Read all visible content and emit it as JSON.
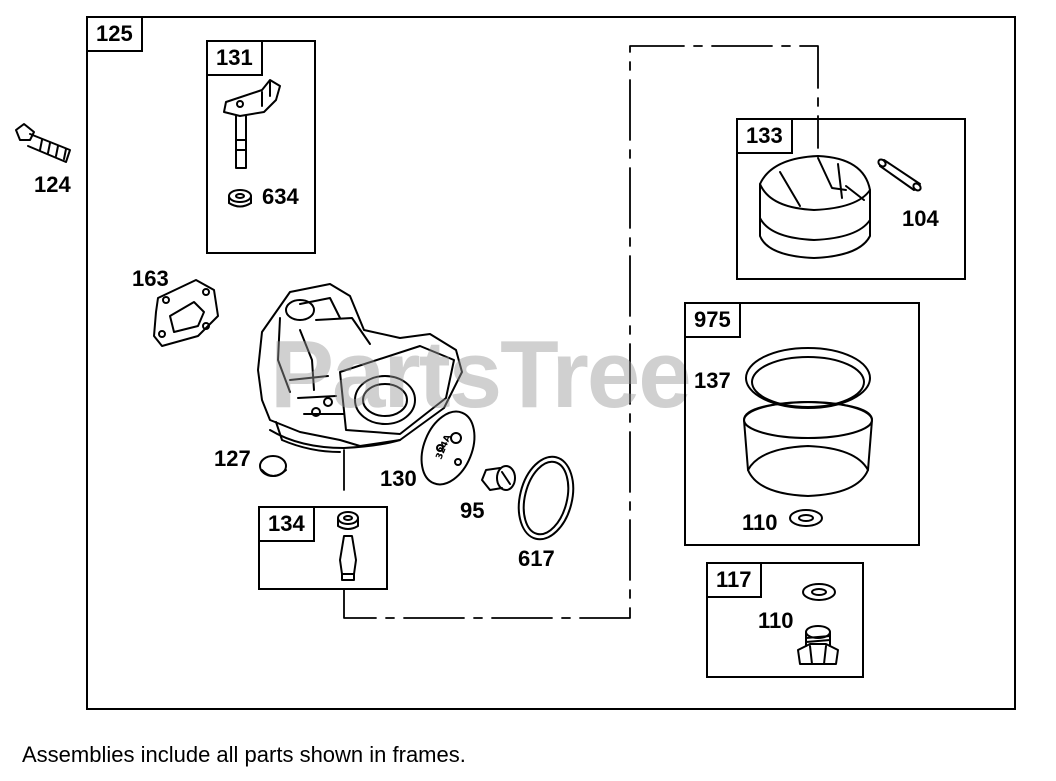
{
  "frames": {
    "main": "125",
    "shaft": "131",
    "float": "133",
    "bowl": "975",
    "needle": "134",
    "drain": "117"
  },
  "labels": {
    "p124": "124",
    "p634": "634",
    "p163": "163",
    "p127": "127",
    "p130": "130",
    "p95": "95",
    "p617": "617",
    "p104": "104",
    "p137": "137",
    "p110a": "110",
    "p110b": "110"
  },
  "gasket_stamp": "324A",
  "watermark": "PartsTree",
  "footnote": "Assemblies include all parts shown in frames."
}
